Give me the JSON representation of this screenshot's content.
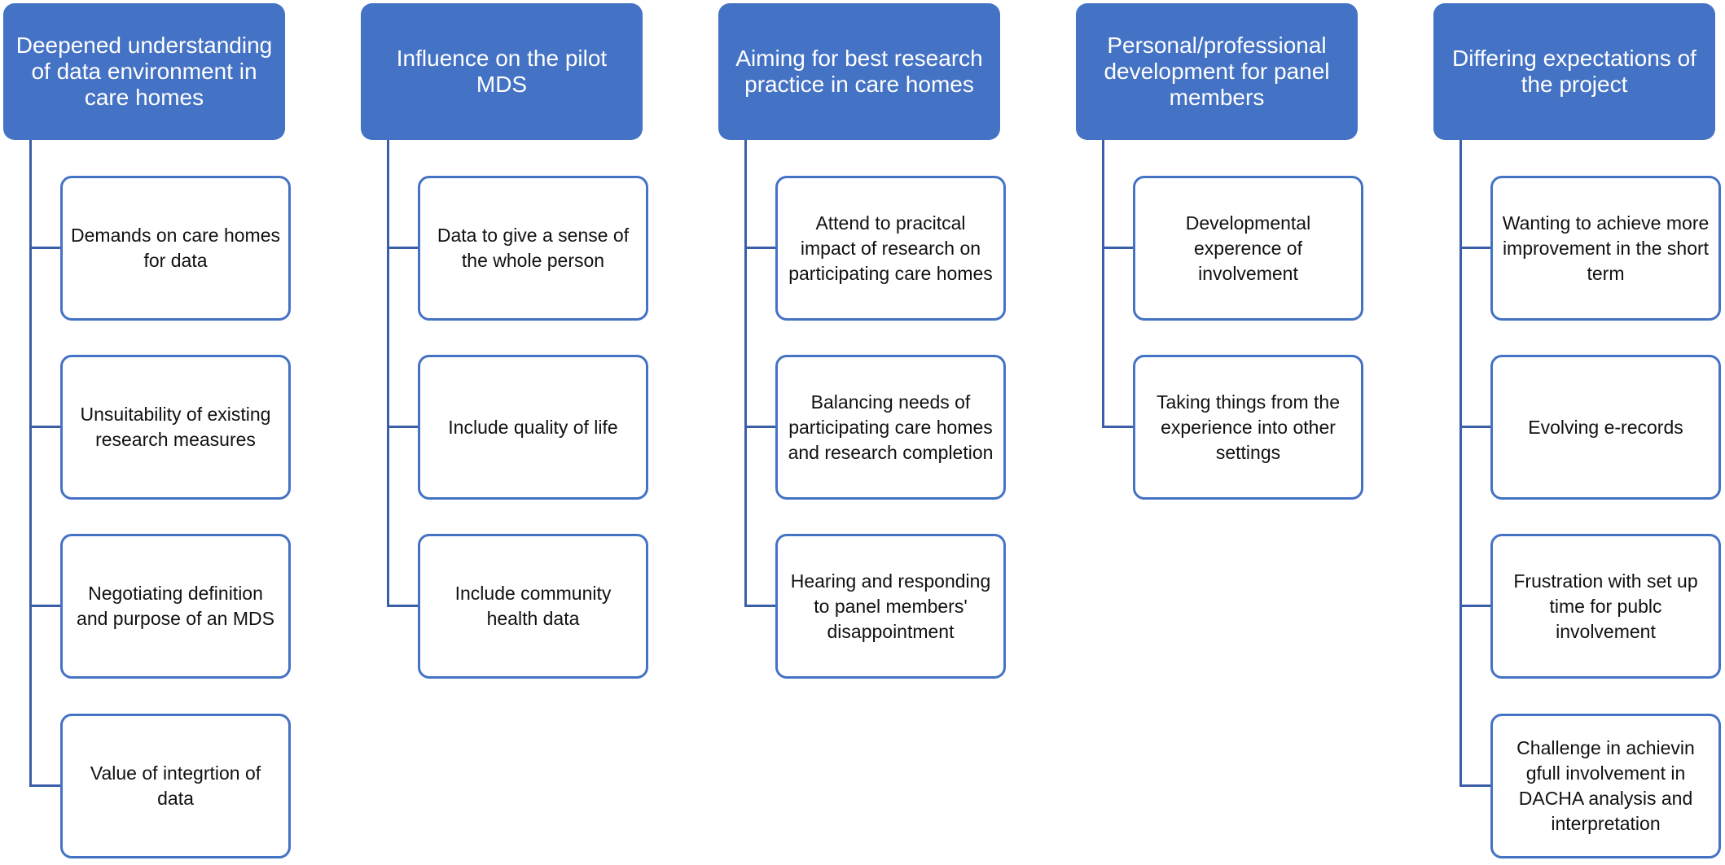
{
  "diagram": {
    "columns": [
      {
        "header": "Deepened understanding of data environment in care homes",
        "items": [
          "Demands on care homes for data",
          "Unsuitability of existing research measures",
          "Negotiating definition and purpose of an MDS",
          "Value of integrtion of data"
        ]
      },
      {
        "header": "Influence on the pilot MDS",
        "items": [
          "Data to give a sense of the whole person",
          "Include quality of life",
          "Include community health data"
        ]
      },
      {
        "header": "Aiming for best research practice in care homes",
        "items": [
          "Attend to pracitcal impact of research on participating care homes",
          "Balancing needs of participating care homes and research completion",
          "Hearing and responding to panel members' disappointment"
        ]
      },
      {
        "header": "Personal/professional development for panel members",
        "items": [
          "Developmental experence of involvement",
          "Taking things from the experience into other settings"
        ]
      },
      {
        "header": "Differing expectations of the project",
        "items": [
          "Wanting to achieve more improvement in the short term",
          "Evolving e-records",
          "Frustration with set up time for publc involvement",
          "Challenge in achievin gfull involvement in DACHA analysis and interpretation"
        ]
      }
    ]
  }
}
